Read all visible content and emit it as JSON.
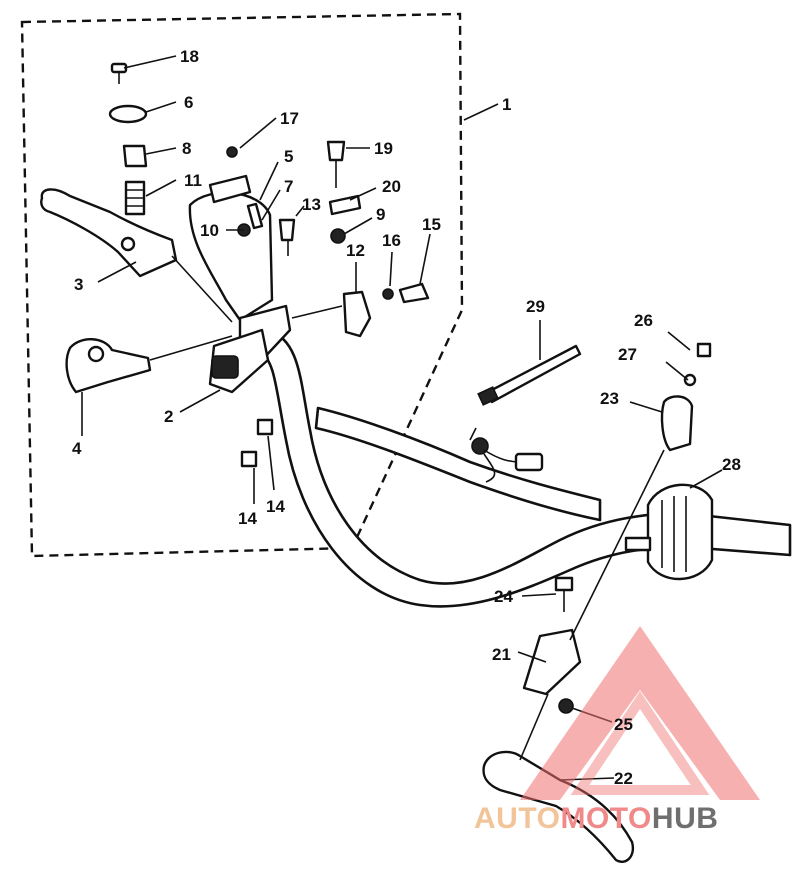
{
  "callouts": {
    "c1": "1",
    "c2": "2",
    "c3": "3",
    "c4": "4",
    "c5": "5",
    "c6": "6",
    "c7": "7",
    "c8": "8",
    "c9": "9",
    "c10": "10",
    "c11": "11",
    "c12": "12",
    "c13": "13",
    "c14a": "14",
    "c14b": "14",
    "c15": "15",
    "c16": "16",
    "c17": "17",
    "c18": "18",
    "c19": "19",
    "c20": "20",
    "c21": "21",
    "c22": "22",
    "c23": "23",
    "c24": "24",
    "c25": "25",
    "c26": "26",
    "c27": "27",
    "c28": "28",
    "c29": "29"
  },
  "watermark": {
    "part1": "AUTO",
    "part2": "MOTO",
    "part3": "HUB",
    "colors": {
      "auto": "#f2c49a",
      "moto": "#f08a8a",
      "hub": "#6f6f6f",
      "triangle": "#f07070"
    }
  }
}
